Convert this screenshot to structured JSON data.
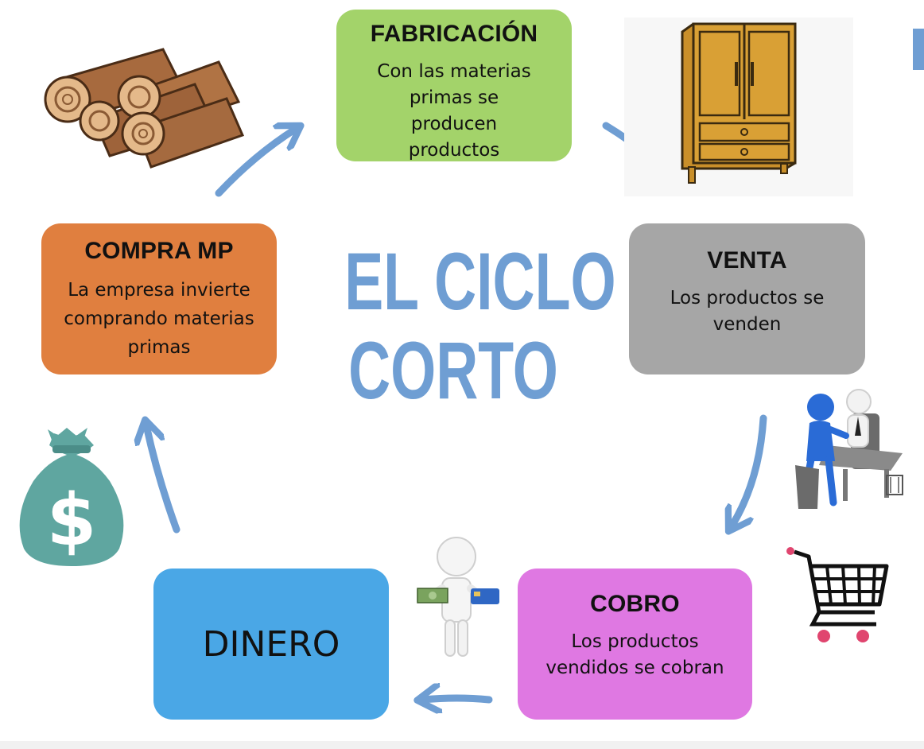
{
  "title": {
    "line1": "EL CICLO",
    "line2": "CORTO"
  },
  "nodes": {
    "fabricacion": {
      "title": "FABRICACIÓN",
      "text": "Con las materias primas se producen productos",
      "color": "#a3d36a"
    },
    "venta": {
      "title": "VENTA",
      "text": "Los productos se venden",
      "color": "#a6a6a6"
    },
    "cobro": {
      "title": "COBRO",
      "text": "Los productos vendidos se cobran",
      "color": "#df78e2"
    },
    "dinero": {
      "title": "DINERO",
      "color": "#4aa7e6"
    },
    "compra": {
      "title": "COMPRA MP",
      "text": "La empresa invierte comprando materias primas",
      "color": "#e07f3f"
    }
  },
  "colors": {
    "title": "#6f9ed3",
    "arrow": "#6f9ed3",
    "edge_accent": "#6f9ed3"
  },
  "illustrations": [
    "wood-logs-icon",
    "wardrobe-icon",
    "business-meeting-icon",
    "shopping-cart-icon",
    "person-with-cash-and-card-icon",
    "money-bag-icon"
  ]
}
